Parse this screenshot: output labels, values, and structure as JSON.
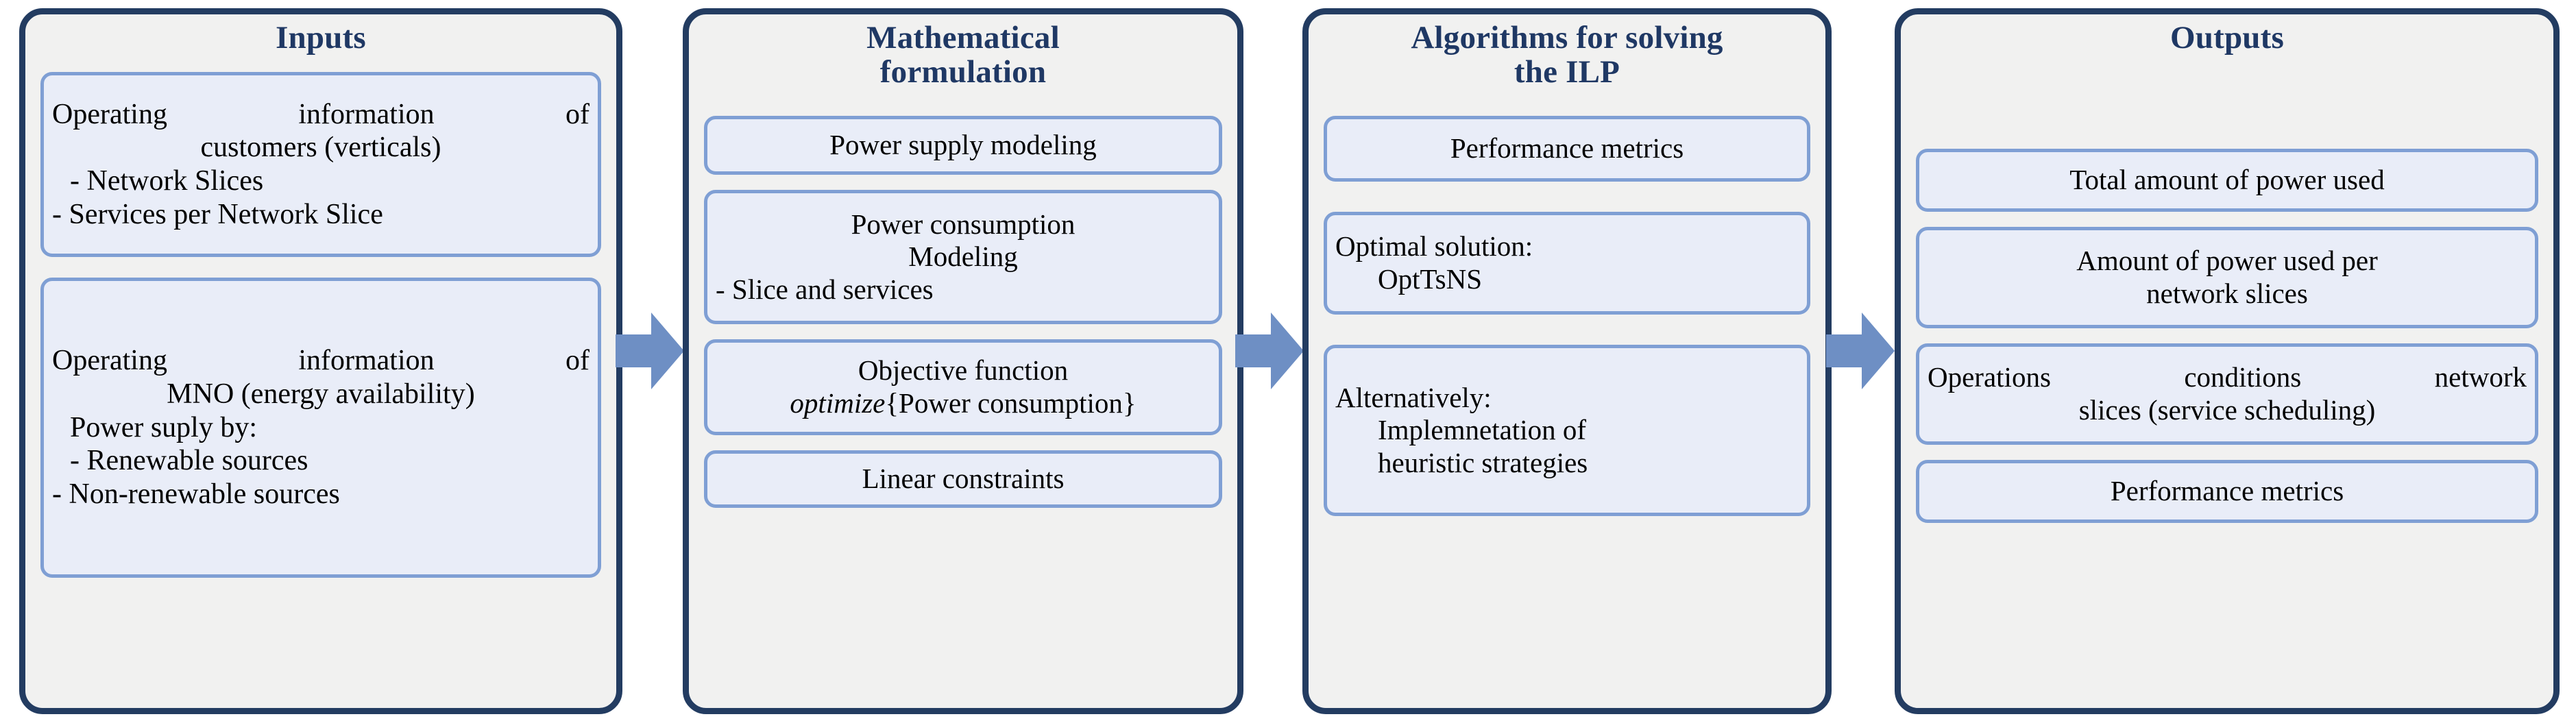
{
  "diagram": {
    "title": "Energy-aware network slicing framework block diagram",
    "colors": {
      "panel_border": "#233C61",
      "panel_fill": "#F1F1F0",
      "panel_title_text": "#1F3864",
      "card_border": "#7F9FD4",
      "card_fill": "#E9EDF8",
      "card_text": "#000000",
      "arrow": "#6E8FC4",
      "page_background": "#FFFFFF"
    }
  },
  "panels": [
    {
      "id": "inputs",
      "title": "Inputs",
      "cards": [
        {
          "id": "customers",
          "lines": [
            {
              "text": "Operating  information  of",
              "style": "justify"
            },
            {
              "text": "customers  (verticals)",
              "style": "center"
            },
            {
              "text": "- Network Slices",
              "style": "indent"
            },
            {
              "text": "- Services per Network Slice",
              "style": "left"
            }
          ]
        },
        {
          "id": "mno",
          "lines": [
            {
              "text": "Operating  information  of",
              "style": "justify"
            },
            {
              "text": "MNO (energy availability)",
              "style": "center"
            },
            {
              "text": "Power suply by:",
              "style": "indent"
            },
            {
              "text": "- Renewable  sources",
              "style": "indent"
            },
            {
              "text": "- Non-renewable sources",
              "style": "left"
            }
          ]
        }
      ]
    },
    {
      "id": "math",
      "title": "Mathematical\nformulation",
      "cards": [
        {
          "id": "power-supply",
          "lines": [
            {
              "text": "Power supply  modeling",
              "style": "center"
            }
          ]
        },
        {
          "id": "power-consumption",
          "lines": [
            {
              "text": "Power consumption",
              "style": "center"
            },
            {
              "text": "Modeling",
              "style": "center"
            },
            {
              "text": "- Slice and services",
              "style": "left"
            }
          ]
        },
        {
          "id": "objective",
          "lines": [
            {
              "text": "Objective  function",
              "style": "center"
            },
            {
              "text_italic": "optimize",
              "text": "{Power consumption}",
              "style": "center-mixed"
            }
          ]
        },
        {
          "id": "linear-constraints",
          "lines": [
            {
              "text": "Linear constraints",
              "style": "center"
            }
          ]
        }
      ]
    },
    {
      "id": "algorithms",
      "title": "Algorithms for solving\nthe ILP",
      "cards": [
        {
          "id": "performance-metrics",
          "lines": [
            {
              "text": "Performance  metrics",
              "style": "center"
            }
          ]
        },
        {
          "id": "optimal-solution",
          "lines": [
            {
              "text": "Optimal  solution:",
              "style": "left"
            },
            {
              "text": "OptTsNS",
              "style": "indent2"
            }
          ]
        },
        {
          "id": "alternatively",
          "lines": [
            {
              "text": "Alternatively:",
              "style": "left"
            },
            {
              "text": "Implemnetation  of",
              "style": "indent2"
            },
            {
              "text": "heuristic  strategies",
              "style": "indent2"
            }
          ]
        }
      ]
    },
    {
      "id": "outputs",
      "title": "Outputs",
      "cards": [
        {
          "id": "total-power",
          "lines": [
            {
              "text": "Total amount of power used",
              "style": "center"
            }
          ]
        },
        {
          "id": "power-per-slice",
          "lines": [
            {
              "text": "Amount of power used per",
              "style": "center"
            },
            {
              "text": "network slices",
              "style": "center"
            }
          ]
        },
        {
          "id": "operations-conditions",
          "lines": [
            {
              "text": "Operations  conditions  network",
              "style": "justify"
            },
            {
              "text": "slices  (service  scheduling)",
              "style": "center"
            }
          ]
        },
        {
          "id": "output-performance-metrics",
          "lines": [
            {
              "text": "Performance  metrics",
              "style": "center"
            }
          ]
        }
      ]
    }
  ],
  "arrows": [
    {
      "id": "arrow-inputs-to-math",
      "from": "inputs",
      "to": "math",
      "direction": "right"
    },
    {
      "id": "arrow-math-to-algorithms",
      "from": "math",
      "to": "algorithms",
      "direction": "right"
    },
    {
      "id": "arrow-algorithms-to-outputs",
      "from": "algorithms",
      "to": "outputs",
      "direction": "right"
    }
  ]
}
